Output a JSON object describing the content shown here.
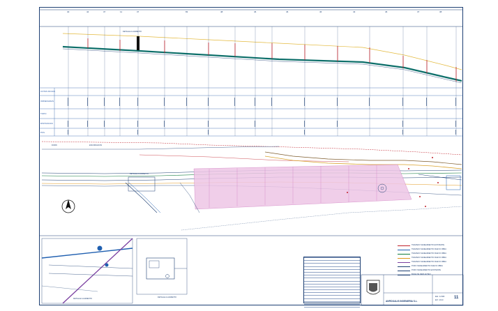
{
  "profile": {
    "station_numbers": [
      "40",
      "44",
      "37",
      "11",
      "37",
      "83",
      "48",
      "46",
      "46",
      "46",
      "43",
      "46",
      "37",
      "38"
    ],
    "row_labels": [
      "COTAS ROJAS",
      "ORDENADAS",
      "TOPO",
      "DISTANCIAS",
      "PKS"
    ],
    "detail_label": "DETALLE A AUMENTO"
  },
  "plan": {
    "detail_label": "DETALLE A AUMENTO",
    "river_labels": [
      "DORN",
      "ESCORIACION"
    ]
  },
  "inset": {
    "left_caption": "DETALLE A AUMENTO",
    "right_caption": "DETALLE A AUMENTO"
  },
  "legend": {
    "items": [
      {
        "label": "TRAZADO SANEAMIENTO EXISTENTE",
        "color": "#c0202a"
      },
      {
        "label": "TRAZADO SANEAMIENTO NUEVO OBRA",
        "color": "#1f5fb0"
      },
      {
        "label": "TRAZADO SANEAMIENTO NUEVO OBRA",
        "color": "#0f7a3a"
      },
      {
        "label": "TRAZADO SANEAMIENTO NUEVO OBRA",
        "color": "#e0961a"
      },
      {
        "label": "TRAZADO SANEAMIENTO NUEVO OBRA",
        "color": "#7a3fa0"
      },
      {
        "label": "POZO SANEAMIENTO NUEVO OBRA",
        "color": "#1d3f73"
      },
      {
        "label": "POZO SANEAMIENTO EXISTENTE",
        "color": "#1d3f73"
      },
      {
        "label": "BASE DE REPLANTEO",
        "color": "#1d3f73"
      }
    ]
  },
  "title_block": {
    "company": "ANFIDOALIS INGENIERIA S.L.",
    "sheet_no": "11",
    "scale_1": "EH: 1/100",
    "scale_2": "EV: 1/10"
  }
}
